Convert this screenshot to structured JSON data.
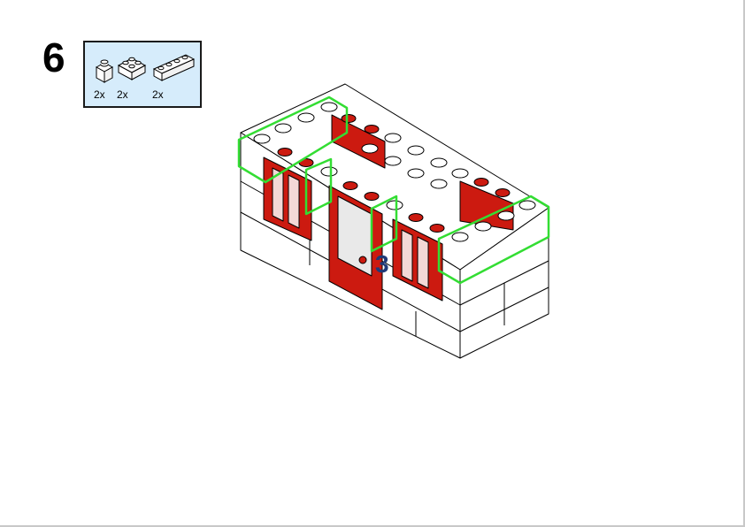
{
  "step": {
    "number": "6"
  },
  "parts": [
    {
      "name": "brick-1x1",
      "qty": "2x"
    },
    {
      "name": "brick-2x2",
      "qty": "2x"
    },
    {
      "name": "brick-1x4",
      "qty": "2x"
    }
  ],
  "model": {
    "door_number": "3"
  },
  "colors": {
    "callout_bg": "#d6ecfb",
    "brick_white": "#ffffff",
    "window_red": "#cc1a10",
    "highlight_green": "#33dd33",
    "door_number": "#1f3a78"
  }
}
